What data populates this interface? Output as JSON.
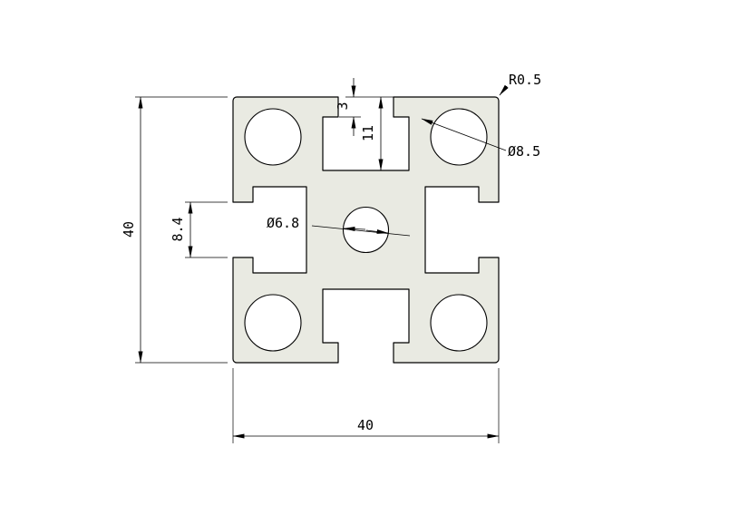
{
  "colors": {
    "profile_fill": "#e9eae2",
    "line": "#000000",
    "background": "#ffffff"
  },
  "dims": {
    "height": "40",
    "width": "40",
    "slot_opening": "8.4",
    "lip_depth": "3",
    "slot_depth": "11",
    "corner_radius": "R0.5",
    "corner_hole": "Ø8.5",
    "center_hole": "Ø6.8"
  }
}
